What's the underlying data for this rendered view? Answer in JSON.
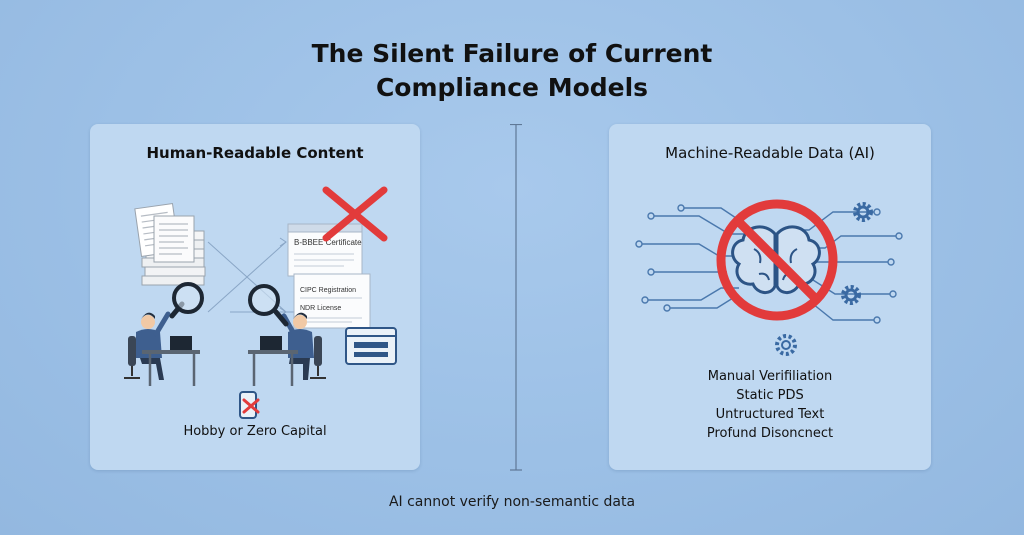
{
  "title": {
    "line1": "The Silent Failure of Current",
    "line2": "Compliance Models"
  },
  "left_panel": {
    "heading": "Human-Readable Content",
    "doc_labels": [
      "B-BBEE Certificate",
      "CIPC Registration",
      "NDR License"
    ],
    "caption": "Hobby or Zero Capital"
  },
  "right_panel": {
    "heading": "Machine-Readable Data (AI)",
    "issues": [
      "Manual Verifiliation",
      "Static PDS",
      "Untructured Text",
      "Profund Disoncnect"
    ]
  },
  "footer": "AI cannot verify non-semantic data",
  "colors": {
    "background": "#9cc0e6",
    "panel": "#bfd8f1",
    "prohibit_red": "#e23b3b",
    "icon_blue": "#4a78ad"
  },
  "icons": [
    "paper-stack",
    "magnifier",
    "person-at-desk",
    "red-x",
    "browser-window",
    "phone-crossed",
    "brain",
    "prohibited-sign",
    "gear",
    "circuit-lines"
  ]
}
